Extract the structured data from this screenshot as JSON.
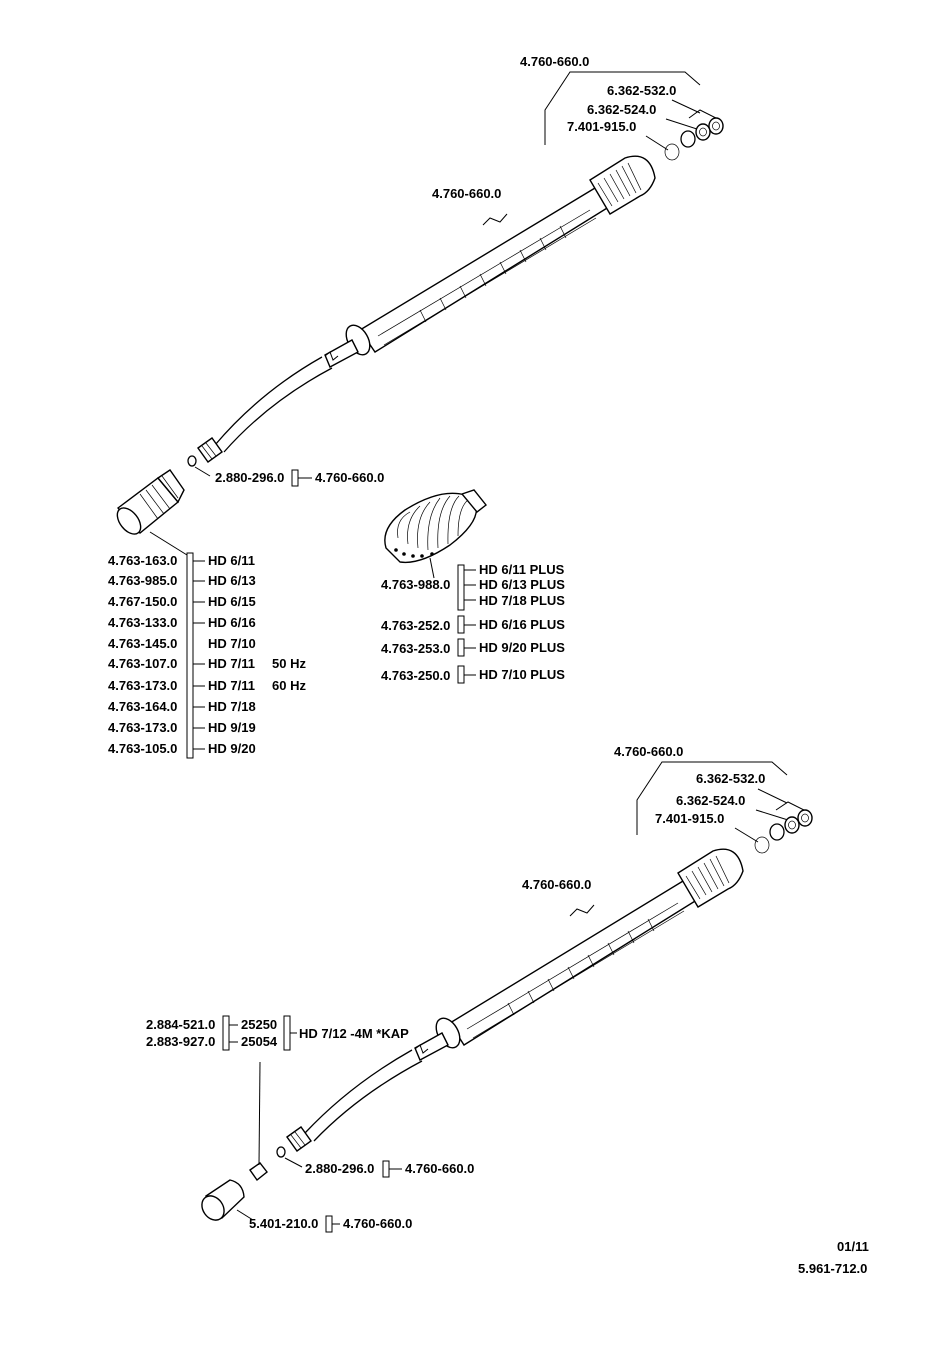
{
  "lance_top": {
    "assembly_label": "4.760-660.0",
    "part_a": "6.362-532.0",
    "part_b": "6.362-524.0",
    "part_c": "7.401-915.0",
    "tube_label": "4.760-660.0",
    "oring": {
      "part": "2.880-296.0",
      "ref": "4.760-660.0"
    }
  },
  "nozzles": [
    {
      "part": "4.763-163.0",
      "model": "HD 6/11",
      "note": ""
    },
    {
      "part": "4.763-985.0",
      "model": "HD 6/13",
      "note": ""
    },
    {
      "part": "4.767-150.0",
      "model": "HD 6/15",
      "note": ""
    },
    {
      "part": "4.763-133.0",
      "model": "HD 6/16",
      "note": ""
    },
    {
      "part": "4.763-145.0",
      "model": "HD 7/10",
      "note": ""
    },
    {
      "part": "4.763-107.0",
      "model": "HD 7/11",
      "note": "50 Hz"
    },
    {
      "part": "4.763-173.0",
      "model": "HD 7/11",
      "note": "60 Hz"
    },
    {
      "part": "4.763-164.0",
      "model": "HD 7/18",
      "note": ""
    },
    {
      "part": "4.763-173.0",
      "model": "HD 9/19",
      "note": ""
    },
    {
      "part": "4.763-105.0",
      "model": "HD 9/20",
      "note": ""
    }
  ],
  "rotary": {
    "part": "4.763-988.0",
    "models": [
      "HD 6/11 PLUS",
      "HD 6/13 PLUS",
      "HD 7/18 PLUS"
    ],
    "others": [
      {
        "part": "4.763-252.0",
        "model": "HD 6/16 PLUS"
      },
      {
        "part": "4.763-253.0",
        "model": "HD 9/20 PLUS"
      },
      {
        "part": "4.763-250.0",
        "model": "HD 7/10 PLUS"
      }
    ]
  },
  "lance_bottom": {
    "assembly_label": "4.760-660.0",
    "part_a": "6.362-532.0",
    "part_b": "6.362-524.0",
    "part_c": "7.401-915.0",
    "tube_label": "4.760-660.0",
    "nozzle_parts": [
      {
        "part": "2.884-521.0",
        "code": "25250"
      },
      {
        "part": "2.883-927.0",
        "code": "25054"
      }
    ],
    "nozzle_model": "HD 7/12 -4M *KAP",
    "oring": {
      "part": "2.880-296.0",
      "ref": "4.760-660.0"
    },
    "cap": {
      "part": "5.401-210.0",
      "ref": "4.760-660.0"
    }
  },
  "footer": {
    "date": "01/11",
    "doc_number": "5.961-712.0"
  }
}
